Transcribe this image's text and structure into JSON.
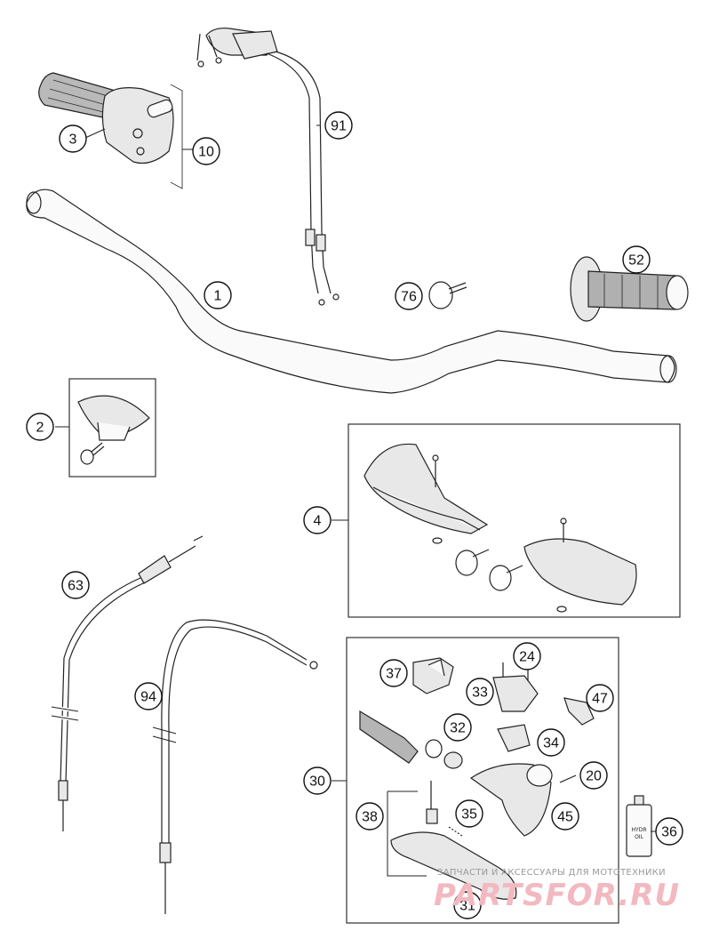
{
  "callouts": [
    {
      "id": "1",
      "label": "1"
    },
    {
      "id": "2",
      "label": "2"
    },
    {
      "id": "3",
      "label": "3"
    },
    {
      "id": "4",
      "label": "4"
    },
    {
      "id": "10",
      "label": "10"
    },
    {
      "id": "20",
      "label": "20"
    },
    {
      "id": "24",
      "label": "24"
    },
    {
      "id": "30",
      "label": "30"
    },
    {
      "id": "31",
      "label": "31"
    },
    {
      "id": "32",
      "label": "32"
    },
    {
      "id": "33",
      "label": "33"
    },
    {
      "id": "34",
      "label": "34"
    },
    {
      "id": "35",
      "label": "35"
    },
    {
      "id": "36",
      "label": "36"
    },
    {
      "id": "37",
      "label": "37"
    },
    {
      "id": "38",
      "label": "38"
    },
    {
      "id": "45",
      "label": "45"
    },
    {
      "id": "47",
      "label": "47"
    },
    {
      "id": "52",
      "label": "52"
    },
    {
      "id": "63",
      "label": "63"
    },
    {
      "id": "76",
      "label": "76"
    },
    {
      "id": "91",
      "label": "91"
    },
    {
      "id": "94",
      "label": "94"
    }
  ],
  "bottle": {
    "line1": "HYDR",
    "line2": "OIL"
  },
  "watermark": {
    "caption": "ЗАПЧАСТИ И АКСЕССУАРЫ ДЛЯ МОТОТЕХНИКИ",
    "logo": "PARTSFOR.RU"
  }
}
